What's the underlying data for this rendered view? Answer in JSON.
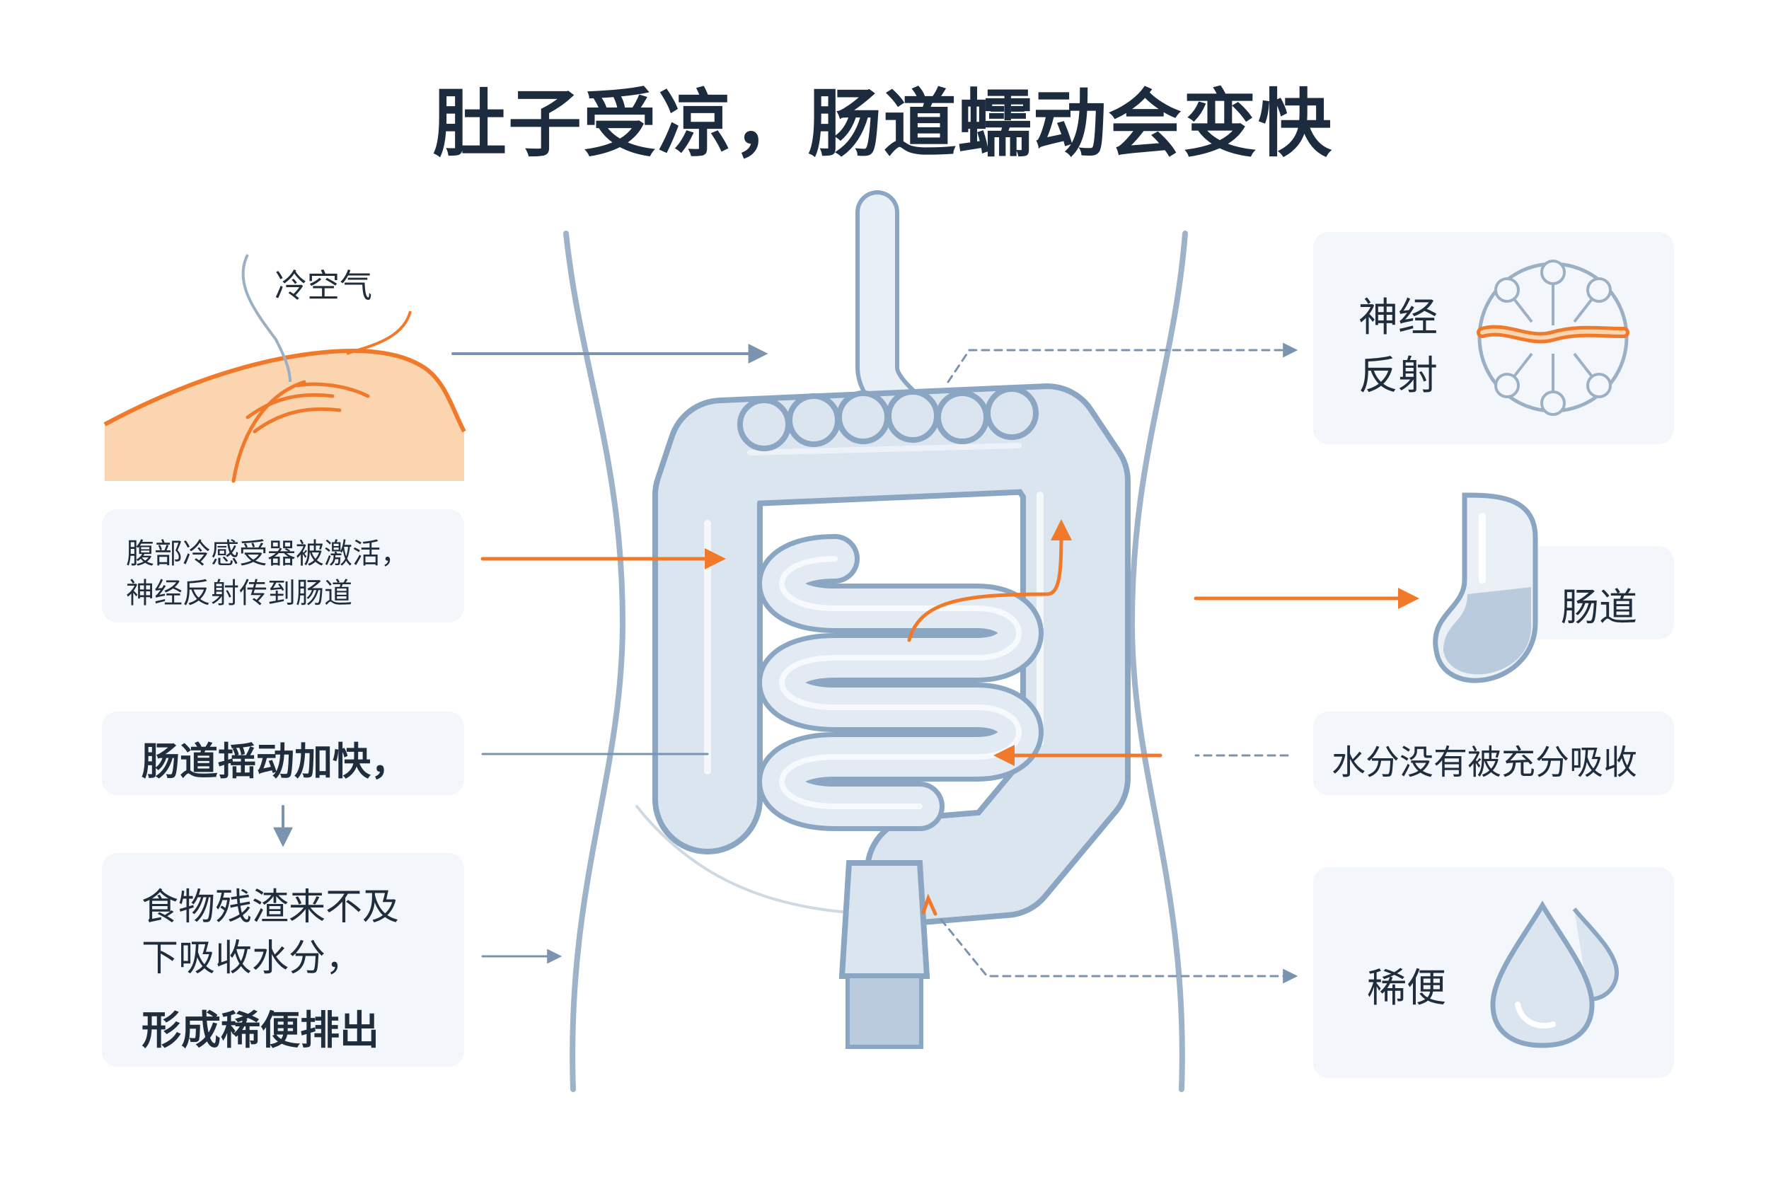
{
  "title": "肚子受凉，肠道蠕动会变快",
  "left": {
    "cold_air": "冷空气",
    "step1_line1": "腹部冷感受器被激活，",
    "step1_line2": "神经反射传到肠道",
    "step2": "肠道揺动加快，",
    "step3_line1": "食物残渣来不及",
    "step3_line2": "下吸收水分，",
    "step3_line3": "形成稀便排出"
  },
  "right": {
    "nerve_line1": "神经",
    "nerve_line2": "反射",
    "intestine": "肠道",
    "water": "水分没有被充分吸收",
    "loose_stool": "稀便"
  },
  "icons": [
    "cold-skin-icon",
    "nerve-reflex-icon",
    "intestine-capsule-icon",
    "water-drop-icon",
    "intestine-illustration"
  ],
  "colors": {
    "accent": "#f07a2a",
    "outline": "#8aa6c2",
    "intestine_fill": "#dce6f0",
    "card": "#f3f6fa",
    "text": "#1f2d3d"
  }
}
